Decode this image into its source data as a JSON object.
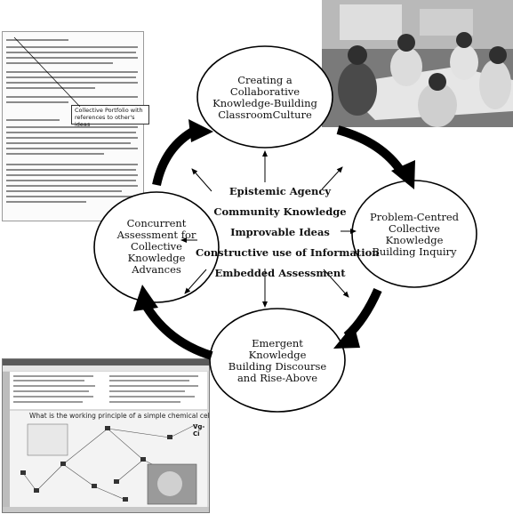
{
  "center": {
    "principles": [
      "Epistemic Agency",
      "Community Knowledge",
      "Improvable Ideas",
      "Constructive use of Information",
      "Embedded Assessment"
    ]
  },
  "nodes": {
    "top": {
      "lines": [
        "Creating a",
        "Collaborative",
        "Knowledge-Building",
        "ClassroomCulture"
      ]
    },
    "right": {
      "lines": [
        "Problem-Centred",
        "Collective",
        "Knowledge",
        "Building Inquiry"
      ]
    },
    "bottom": {
      "lines": [
        "Emergent",
        "Knowledge",
        "Building Discourse",
        "and Rise-Above"
      ]
    },
    "left": {
      "lines": [
        "Concurrent",
        "Assessment for",
        "Collective",
        "Knowledge",
        "Advances"
      ]
    }
  },
  "document_callout": {
    "line1": "Collective Portfolio with",
    "line2": "references to other's ideas"
  },
  "screenshot": {
    "question": "What is the working principle of a simple chemical cell ?",
    "label_vg": "Vg-Ci"
  }
}
